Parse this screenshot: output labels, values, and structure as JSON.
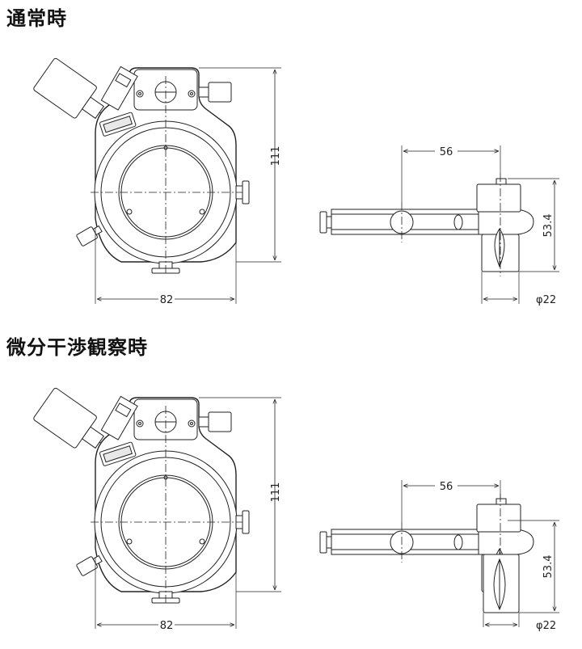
{
  "sections": [
    {
      "title": "通常時",
      "dims": {
        "width": "82",
        "height": "111",
        "side_width": "56",
        "side_height": "53.4",
        "diameter": "φ22"
      }
    },
    {
      "title": "微分干渉観察時",
      "dims": {
        "width": "82",
        "height": "111",
        "side_width": "56",
        "side_height": "53.4",
        "diameter": "φ22"
      }
    }
  ]
}
